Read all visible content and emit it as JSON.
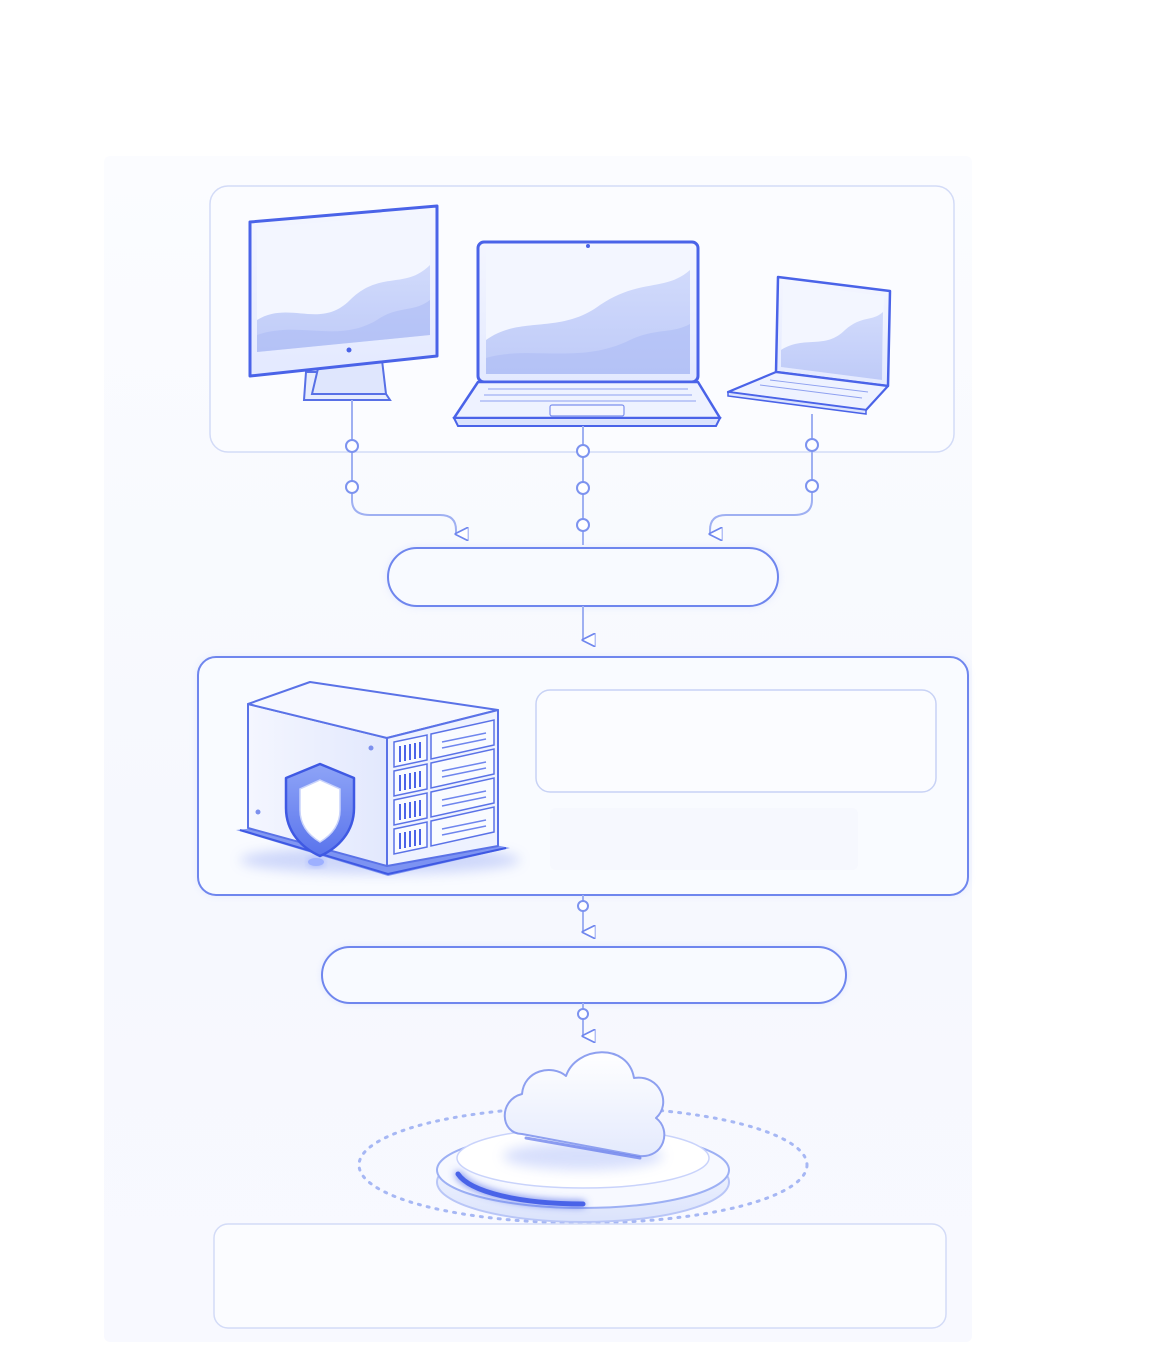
{
  "diagram": {
    "nodes": [
      {
        "id": "devices-panel",
        "kind": "panel",
        "label": "",
        "icons": [
          "desktop-monitor-icon",
          "laptop-icon",
          "small-laptop-icon"
        ]
      },
      {
        "id": "gateway-pill",
        "kind": "pill",
        "label": ""
      },
      {
        "id": "server-panel",
        "kind": "panel",
        "label": "",
        "icons": [
          "secure-server-icon",
          "shield-icon"
        ]
      },
      {
        "id": "server-info-box",
        "kind": "card",
        "label": ""
      },
      {
        "id": "sync-pill",
        "kind": "pill",
        "label": ""
      },
      {
        "id": "cloud-platform",
        "kind": "icon",
        "label": "",
        "icons": [
          "cloud-icon"
        ]
      },
      {
        "id": "footer-box",
        "kind": "card",
        "label": ""
      }
    ],
    "edges": [
      {
        "from": "desktop-monitor-icon",
        "to": "gateway-pill"
      },
      {
        "from": "laptop-icon",
        "to": "gateway-pill"
      },
      {
        "from": "small-laptop-icon",
        "to": "gateway-pill"
      },
      {
        "from": "gateway-pill",
        "to": "server-panel"
      },
      {
        "from": "server-panel",
        "to": "sync-pill"
      },
      {
        "from": "sync-pill",
        "to": "cloud-platform"
      }
    ]
  },
  "colors": {
    "accent": "#4a63e8",
    "accent_light": "#c9d3fb",
    "panel_fill": "#f9fbff",
    "panel_stroke": "#c8d2f5"
  }
}
